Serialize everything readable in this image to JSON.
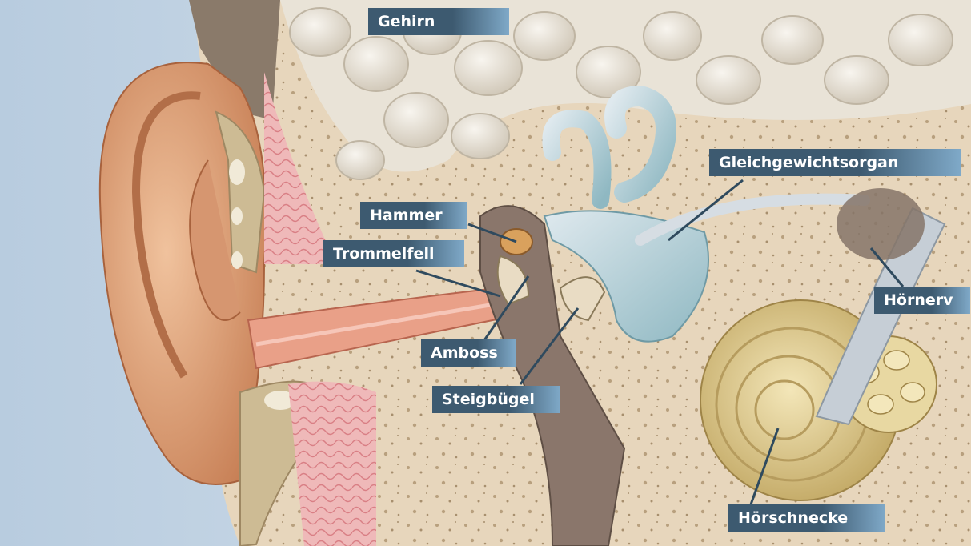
{
  "labels": {
    "gehirn": "Gehirn",
    "gleichgewichtsorgan": "Gleichgewichtsorgan",
    "hammer": "Hammer",
    "trommelfell": "Trommelfell",
    "hoernerv": "Hörnerv",
    "amboss": "Amboss",
    "steigbuegel": "Steigbügel",
    "hoerschnecke": "Hörschnecke"
  },
  "colors": {
    "label_dark": "#3d5a70",
    "label_light": "#7fa9c8",
    "leader_line": "#2f4a5e",
    "background_sky": "#c9d8e6",
    "skin": "#e2a57a",
    "brain": "#ebe6dc",
    "bone": "#e8d7bd",
    "cartilage": "#c9b48d",
    "ear_canal_pink": "#e9a9ad",
    "inner_ear_blue": "#a9c9d3",
    "cochlea": "#ddc98c",
    "nerve": "#b9c3cc"
  }
}
